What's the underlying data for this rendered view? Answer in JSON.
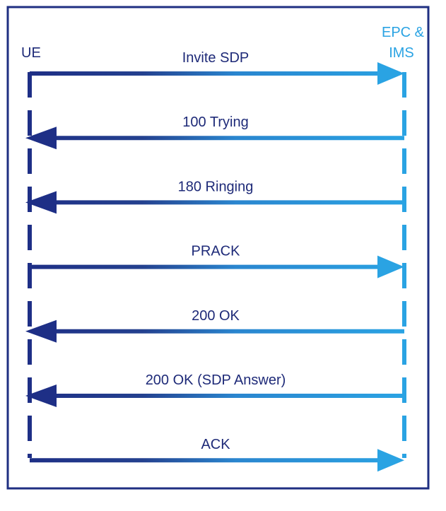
{
  "participants": {
    "left": {
      "label": "UE"
    },
    "right": {
      "label_line1": "EPC &",
      "label_line2": "IMS"
    }
  },
  "messages": [
    {
      "label": "Invite SDP",
      "direction": "right"
    },
    {
      "label": "100 Trying",
      "direction": "left"
    },
    {
      "label": "180 Ringing",
      "direction": "left"
    },
    {
      "label": "PRACK",
      "direction": "right"
    },
    {
      "label": "200 OK",
      "direction": "left"
    },
    {
      "label": "200 OK (SDP Answer)",
      "direction": "left"
    },
    {
      "label": "ACK",
      "direction": "right"
    }
  ],
  "colors": {
    "frame": "#1f2f82",
    "dark": "#1e2f86",
    "light": "#2aa3e3",
    "text_dark": "#1e2a78",
    "text_light": "#2aa3e3"
  }
}
